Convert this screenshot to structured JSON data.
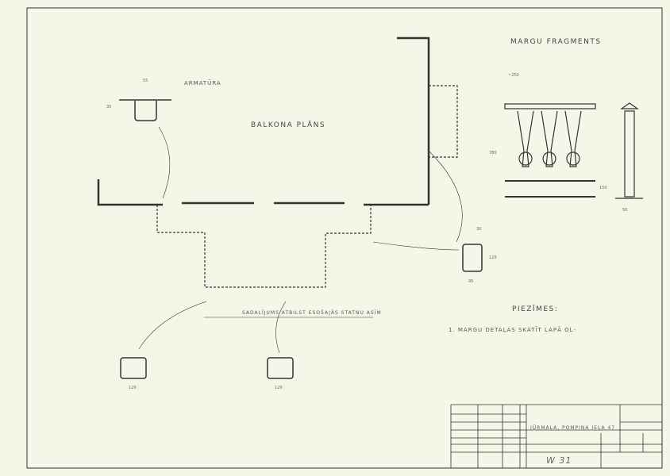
{
  "titles": {
    "balcony_plan": "BALKONA PLĀNS",
    "railing_fragment": "MARGU FRAGMENTS",
    "reinforcement": "ARMATŪRA",
    "axis_note": "SADALĪJUMS ATBILST ESOŠAJĀS STATŅU ASĪM"
  },
  "notes": {
    "heading": "PIEZĪMES:",
    "item_1": "1. MARGU DETAĻAS SKATĪT LAPĀ OL-"
  },
  "title_block": {
    "address": "JŪRMALA, POMPIŅA IELA 47",
    "sheet": "W 31"
  },
  "dimensions": {
    "d55": "55",
    "d35": "35",
    "d120": "120",
    "d95": "95",
    "d30": "30",
    "d250": "~250",
    "d780": "780",
    "d150": "150",
    "d50": "50"
  }
}
